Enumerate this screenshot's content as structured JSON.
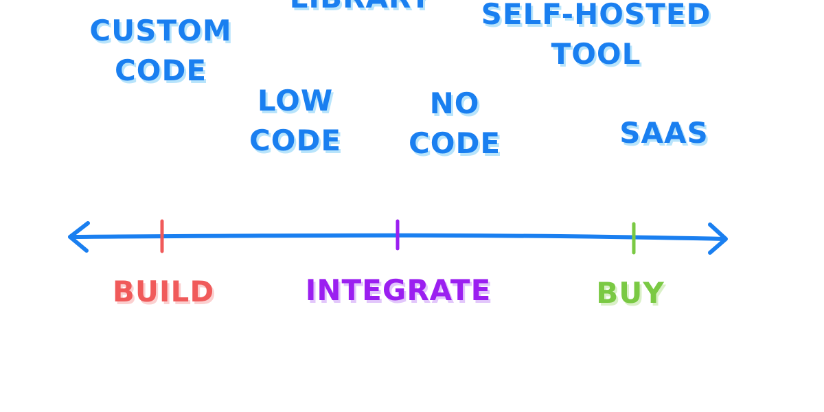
{
  "options": [
    {
      "lines": [
        "CUSTOM",
        "CODE"
      ]
    },
    {
      "lines": [
        "LIBRARY"
      ]
    },
    {
      "lines": [
        "SELF-HOSTED",
        "TOOL"
      ]
    },
    {
      "lines": [
        "LOW",
        "CODE"
      ]
    },
    {
      "lines": [
        "NO",
        "CODE"
      ]
    },
    {
      "lines": [
        "SAAS"
      ]
    }
  ],
  "axis": {
    "labels": [
      {
        "text": "BUILD",
        "color": "#f05a5a"
      },
      {
        "text": "INTEGRATE",
        "color": "#9b1ff0"
      },
      {
        "text": "BUY",
        "color": "#7ac943"
      }
    ],
    "line_color": "#1a7ff0"
  }
}
